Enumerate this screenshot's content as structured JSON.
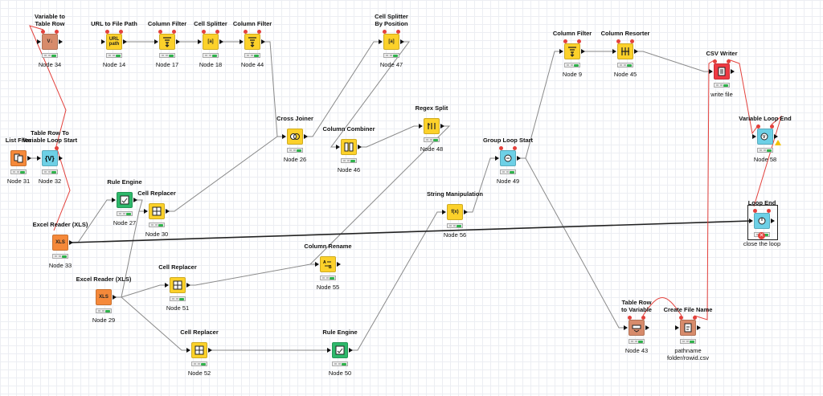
{
  "workflow": {
    "nodes": [
      {
        "id": "variable-to-table-row",
        "title": "Variable to Table Row",
        "label": "Node 34",
        "color": "brown",
        "glyph": "V↓"
      },
      {
        "id": "url-to-file-path",
        "title": "URL to File Path",
        "label": "Node 14",
        "color": "yellow",
        "glyph": "URL path"
      },
      {
        "id": "column-filter-17",
        "title": "Column Filter",
        "label": "Node 17",
        "color": "yellow",
        "glyph": "filter"
      },
      {
        "id": "cell-splitter-18",
        "title": "Cell Splitter",
        "label": "Node 18",
        "color": "yellow",
        "glyph": "[a]"
      },
      {
        "id": "column-filter-44",
        "title": "Column Filter",
        "label": "Node 44",
        "color": "yellow",
        "glyph": "filter"
      },
      {
        "id": "cell-splitter-by-position",
        "title": "Cell Splitter By Position",
        "label": "Node 47",
        "color": "yellow",
        "glyph": "[a]"
      },
      {
        "id": "column-filter-9",
        "title": "Column Filter",
        "label": "Node 9",
        "color": "yellow",
        "glyph": "filter"
      },
      {
        "id": "column-resorter",
        "title": "Column Resorter",
        "label": "Node 45",
        "color": "yellow",
        "glyph": "resort"
      },
      {
        "id": "csv-writer",
        "title": "CSV Writer",
        "label": "write file",
        "color": "red",
        "glyph": "csv"
      },
      {
        "id": "list-files",
        "title": "List Files",
        "label": "Node 31",
        "color": "orange",
        "glyph": "files"
      },
      {
        "id": "table-row-to-variable-loop-start",
        "title": "Table Row To Variable Loop Start",
        "label": "Node 32",
        "color": "cyan",
        "glyph": "loop"
      },
      {
        "id": "cross-joiner",
        "title": "Cross Joiner",
        "label": "Node 26",
        "color": "yellow",
        "glyph": "join"
      },
      {
        "id": "column-combiner",
        "title": "Column Combiner",
        "label": "Node 46",
        "color": "yellow",
        "glyph": "combine"
      },
      {
        "id": "regex-split",
        "title": "Regex Split",
        "label": "Node 48",
        "color": "yellow",
        "glyph": "regex"
      },
      {
        "id": "group-loop-start",
        "title": "Group Loop Start",
        "label": "Node 49",
        "color": "cyan",
        "glyph": "group"
      },
      {
        "id": "variable-loop-end",
        "title": "Variable Loop End",
        "label": "Node 58",
        "color": "cyan",
        "glyph": "V"
      },
      {
        "id": "rule-engine-27",
        "title": "Rule Engine",
        "label": "Node 27",
        "color": "green",
        "glyph": "rule"
      },
      {
        "id": "cell-replacer-30",
        "title": "Cell Replacer",
        "label": "Node 30",
        "color": "yellow",
        "glyph": "grid"
      },
      {
        "id": "excel-reader-33",
        "title": "Excel Reader (XLS)",
        "label": "Node 33",
        "color": "orange",
        "glyph": "XLS"
      },
      {
        "id": "string-manipulation",
        "title": "String Manipulation",
        "label": "Node 56",
        "color": "yellow",
        "glyph": "f(x)"
      },
      {
        "id": "loop-end",
        "title": "Loop End",
        "label": "close the loop",
        "color": "cyan",
        "glyph": "end"
      },
      {
        "id": "column-rename",
        "title": "Column Rename",
        "label": "Node 55",
        "color": "yellow",
        "glyph": "rename"
      },
      {
        "id": "excel-reader-29",
        "title": "Excel Reader (XLS)",
        "label": "Node 29",
        "color": "orange",
        "glyph": "XLS"
      },
      {
        "id": "cell-replacer-51",
        "title": "Cell Replacer",
        "label": "Node 51",
        "color": "yellow",
        "glyph": "grid"
      },
      {
        "id": "cell-replacer-52",
        "title": "Cell Replacer",
        "label": "Node 52",
        "color": "yellow",
        "glyph": "grid"
      },
      {
        "id": "rule-engine-50",
        "title": "Rule Engine",
        "label": "Node 50",
        "color": "green",
        "glyph": "rule"
      },
      {
        "id": "table-row-to-variable",
        "title": "Table Row to Variable",
        "label": "Node 43",
        "color": "brown",
        "glyph": "var"
      },
      {
        "id": "create-file-name",
        "title": "Create File Name",
        "label": "pathname folder/rowid.csv",
        "color": "brown",
        "glyph": "file"
      }
    ],
    "colors": {
      "manipulator": "#fcd12a",
      "source": "#f5893a",
      "loop": "#6dd0e6",
      "rule": "#2eb86b",
      "variable": "#d78b6b",
      "writer": "#ee3a43",
      "data_edge": "#8a8a8a",
      "variable_edge": "#e3413c",
      "selected_edge": "#222222",
      "status_ok": "#2fb24b"
    }
  }
}
